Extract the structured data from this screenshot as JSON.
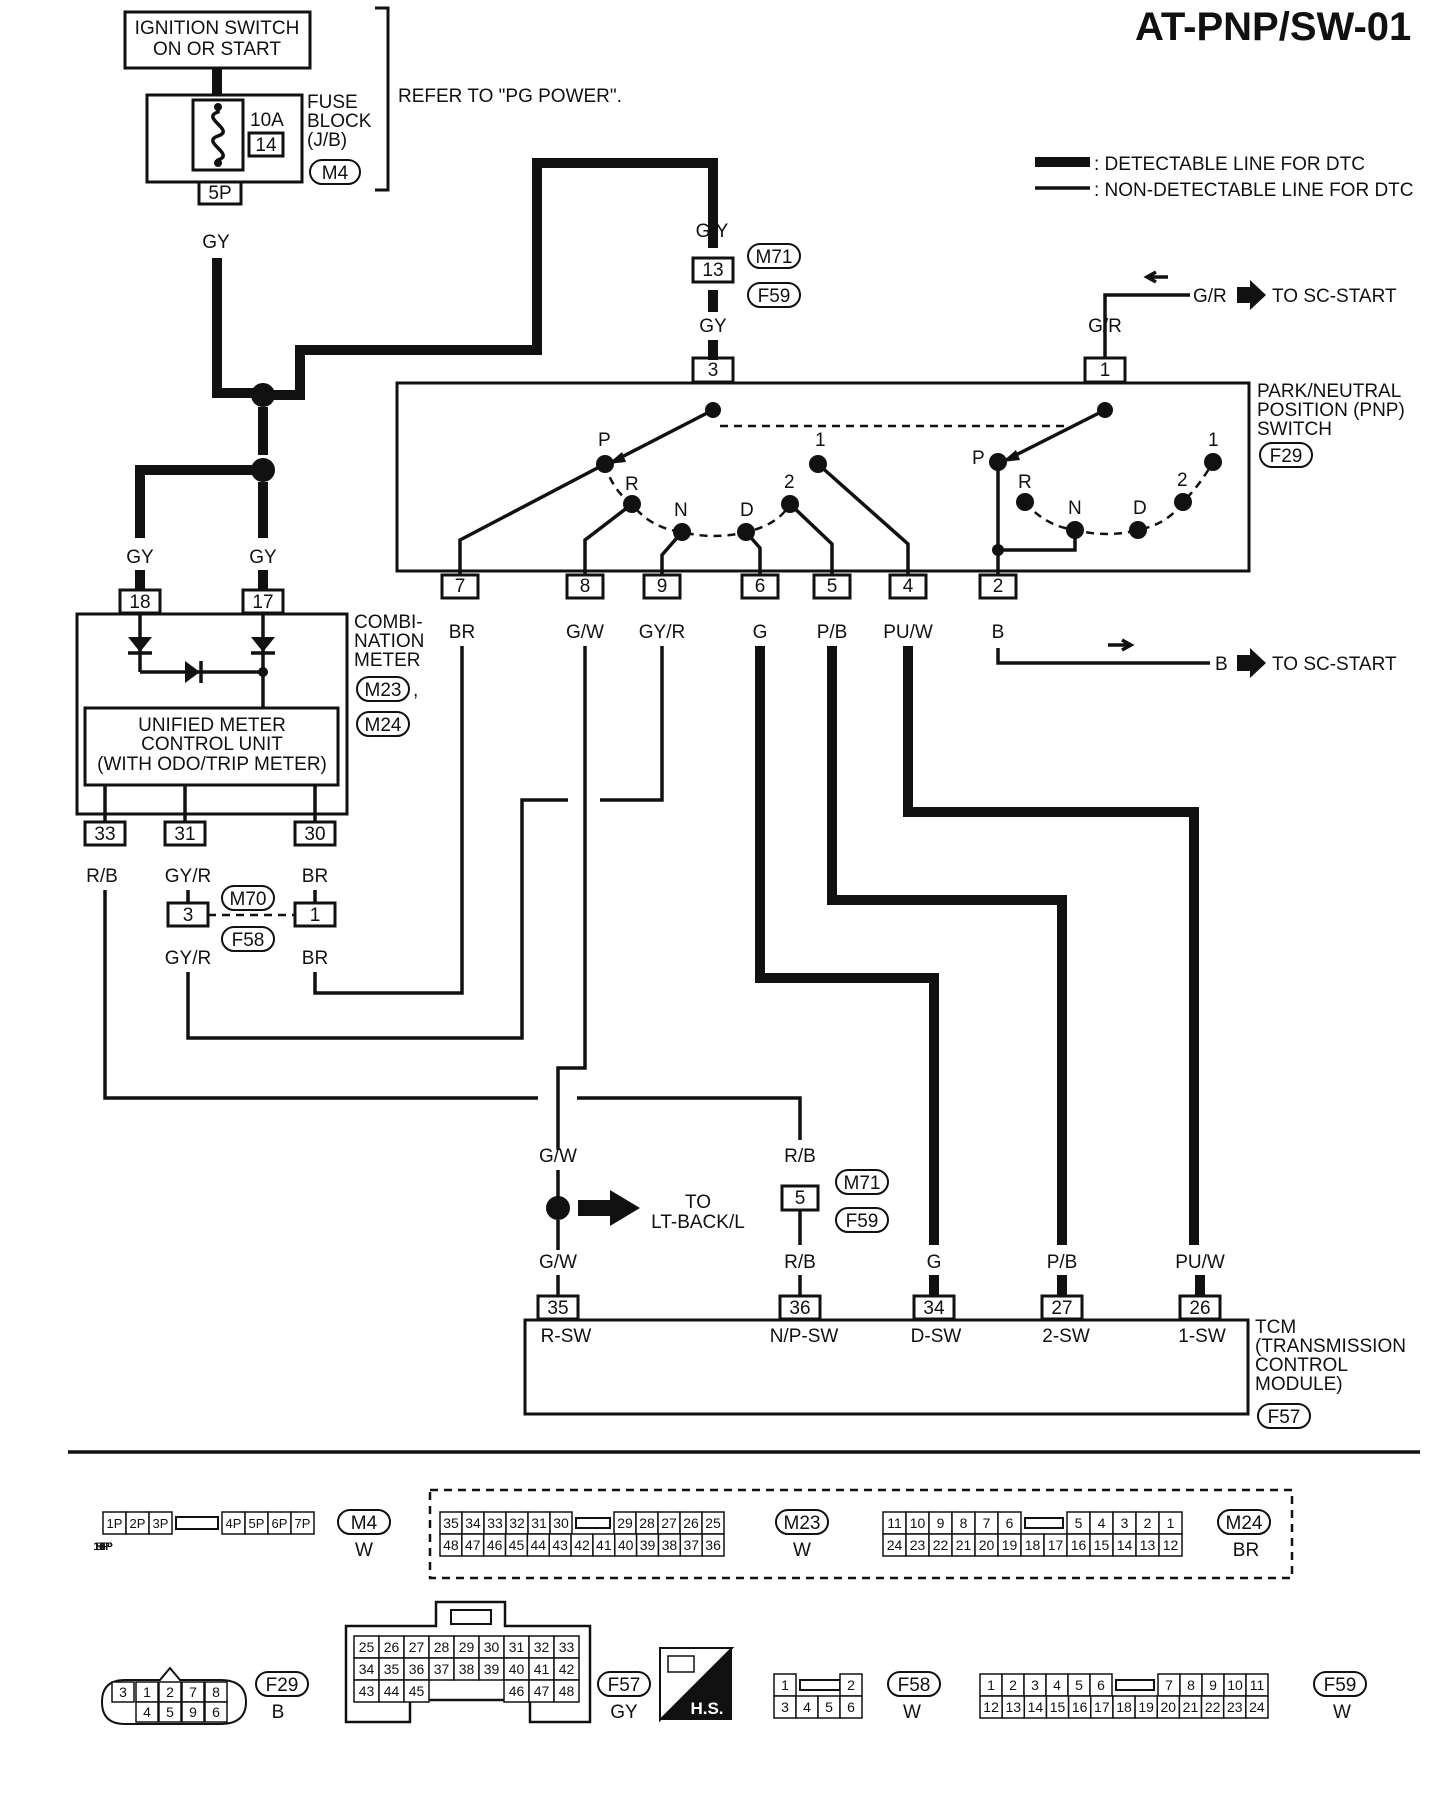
{
  "title": "AT-PNP/SW-01",
  "legend": {
    "detectable": ": DETECTABLE LINE FOR DTC",
    "non_detectable": ": NON-DETECTABLE LINE FOR DTC"
  },
  "ignition": {
    "line1": "IGNITION SWITCH",
    "line2": "ON OR START"
  },
  "fuse": {
    "amp": "10A",
    "num": "14",
    "label1": "FUSE",
    "label2": "BLOCK",
    "label3": "(J/B)",
    "conn": "M4",
    "pin": "5P",
    "wire": "GY"
  },
  "refer": "REFER TO \"PG POWER\".",
  "top_wire": {
    "gy": "G/Y",
    "pin": "13",
    "conn_a": "M71",
    "conn_b": "F59",
    "gy2": "GY"
  },
  "pnp": {
    "label1": "PARK/NEUTRAL",
    "label2": "POSITION (PNP)",
    "label3": "SWITCH",
    "conn": "F29",
    "pin3": "3",
    "pin1": "1",
    "gr": "G/R",
    "positions": {
      "p": "P",
      "r": "R",
      "n": "N",
      "d": "D",
      "two": "2",
      "one": "1"
    },
    "bottom_pins": [
      "7",
      "8",
      "9",
      "6",
      "5",
      "4",
      "2"
    ],
    "bottom_wires": [
      "BR",
      "G/W",
      "GY/R",
      "G",
      "P/B",
      "PU/W",
      "B"
    ]
  },
  "to_sc_start": "TO SC-START",
  "gr_label": "G/R",
  "b_label": "B",
  "combi": {
    "label1": "COMBI-",
    "label2": "NATION",
    "label3": "METER",
    "conn_a": "M23",
    "conn_b": "M24",
    "comma": ",",
    "pin18": "18",
    "pin17": "17",
    "gy_a": "GY",
    "gy_b": "GY",
    "unit1": "UNIFIED METER",
    "unit2": "CONTROL UNIT",
    "unit3": "(WITH ODO/TRIP METER)",
    "pins": [
      "33",
      "31",
      "30"
    ],
    "wires": [
      "R/B",
      "GY/R",
      "BR"
    ]
  },
  "m70": {
    "pin3": "3",
    "pin1": "1",
    "conn_a": "M70",
    "conn_b": "F58",
    "gyr": "GY/R",
    "br": "BR"
  },
  "mid": {
    "gw": "G/W",
    "rb": "R/B",
    "pin5": "5",
    "conn_a": "M71",
    "conn_b": "F59",
    "to1": "TO",
    "to2": "LT-BACK/L",
    "gw2": "G/W",
    "rb2": "R/B",
    "g": "G",
    "pb": "P/B",
    "puw": "PU/W"
  },
  "tcm": {
    "label1": "TCM",
    "label2": "(TRANSMISSION",
    "label3": "CONTROL",
    "label4": "MODULE)",
    "conn": "F57",
    "pins": [
      "35",
      "36",
      "34",
      "27",
      "26"
    ],
    "names": [
      "R-SW",
      "N/P-SW",
      "D-SW",
      "2-SW",
      "1-SW"
    ]
  },
  "connectors": {
    "m4": {
      "name": "M4",
      "color": "W",
      "row1": [
        "1P",
        "2P",
        "3P",
        "4P",
        "5P",
        "6P",
        "7P"
      ],
      "row2": [
        "8P",
        "9P",
        "10P",
        "11P",
        "12P",
        "13P",
        "14P",
        "15P",
        "16P"
      ]
    },
    "m23": {
      "name": "M23",
      "color": "W",
      "row1": [
        "35",
        "34",
        "33",
        "32",
        "31",
        "30",
        "29",
        "28",
        "27",
        "26",
        "25"
      ],
      "row2": [
        "48",
        "47",
        "46",
        "45",
        "44",
        "43",
        "42",
        "41",
        "40",
        "39",
        "38",
        "37",
        "36"
      ]
    },
    "m24": {
      "name": "M24",
      "color": "BR",
      "row1": [
        "11",
        "10",
        "9",
        "8",
        "7",
        "6",
        "5",
        "4",
        "3",
        "2",
        "1"
      ],
      "row2": [
        "24",
        "23",
        "22",
        "21",
        "20",
        "19",
        "18",
        "17",
        "16",
        "15",
        "14",
        "13",
        "12"
      ]
    },
    "f29": {
      "name": "F29",
      "color": "B",
      "row1": [
        "3",
        "1",
        "2",
        "7",
        "8"
      ],
      "row2": [
        "4",
        "5",
        "9",
        "6"
      ]
    },
    "f57": {
      "name": "F57",
      "color": "GY",
      "row1": [
        "25",
        "26",
        "27",
        "28",
        "29",
        "30",
        "31",
        "32",
        "33"
      ],
      "row2": [
        "34",
        "35",
        "36",
        "37",
        "38",
        "39",
        "40",
        "41",
        "42"
      ],
      "row3": [
        "43",
        "44",
        "45",
        "46",
        "47",
        "48"
      ]
    },
    "hs": "H.S.",
    "f58": {
      "name": "F58",
      "color": "W",
      "row1": [
        "1",
        "2"
      ],
      "row2": [
        "3",
        "4",
        "5",
        "6"
      ]
    },
    "f59": {
      "name": "F59",
      "color": "W",
      "row1": [
        "1",
        "2",
        "3",
        "4",
        "5",
        "6",
        "7",
        "8",
        "9",
        "10",
        "11"
      ],
      "row2": [
        "12",
        "13",
        "14",
        "15",
        "16",
        "17",
        "18",
        "19",
        "20",
        "21",
        "22",
        "23",
        "24"
      ]
    }
  }
}
